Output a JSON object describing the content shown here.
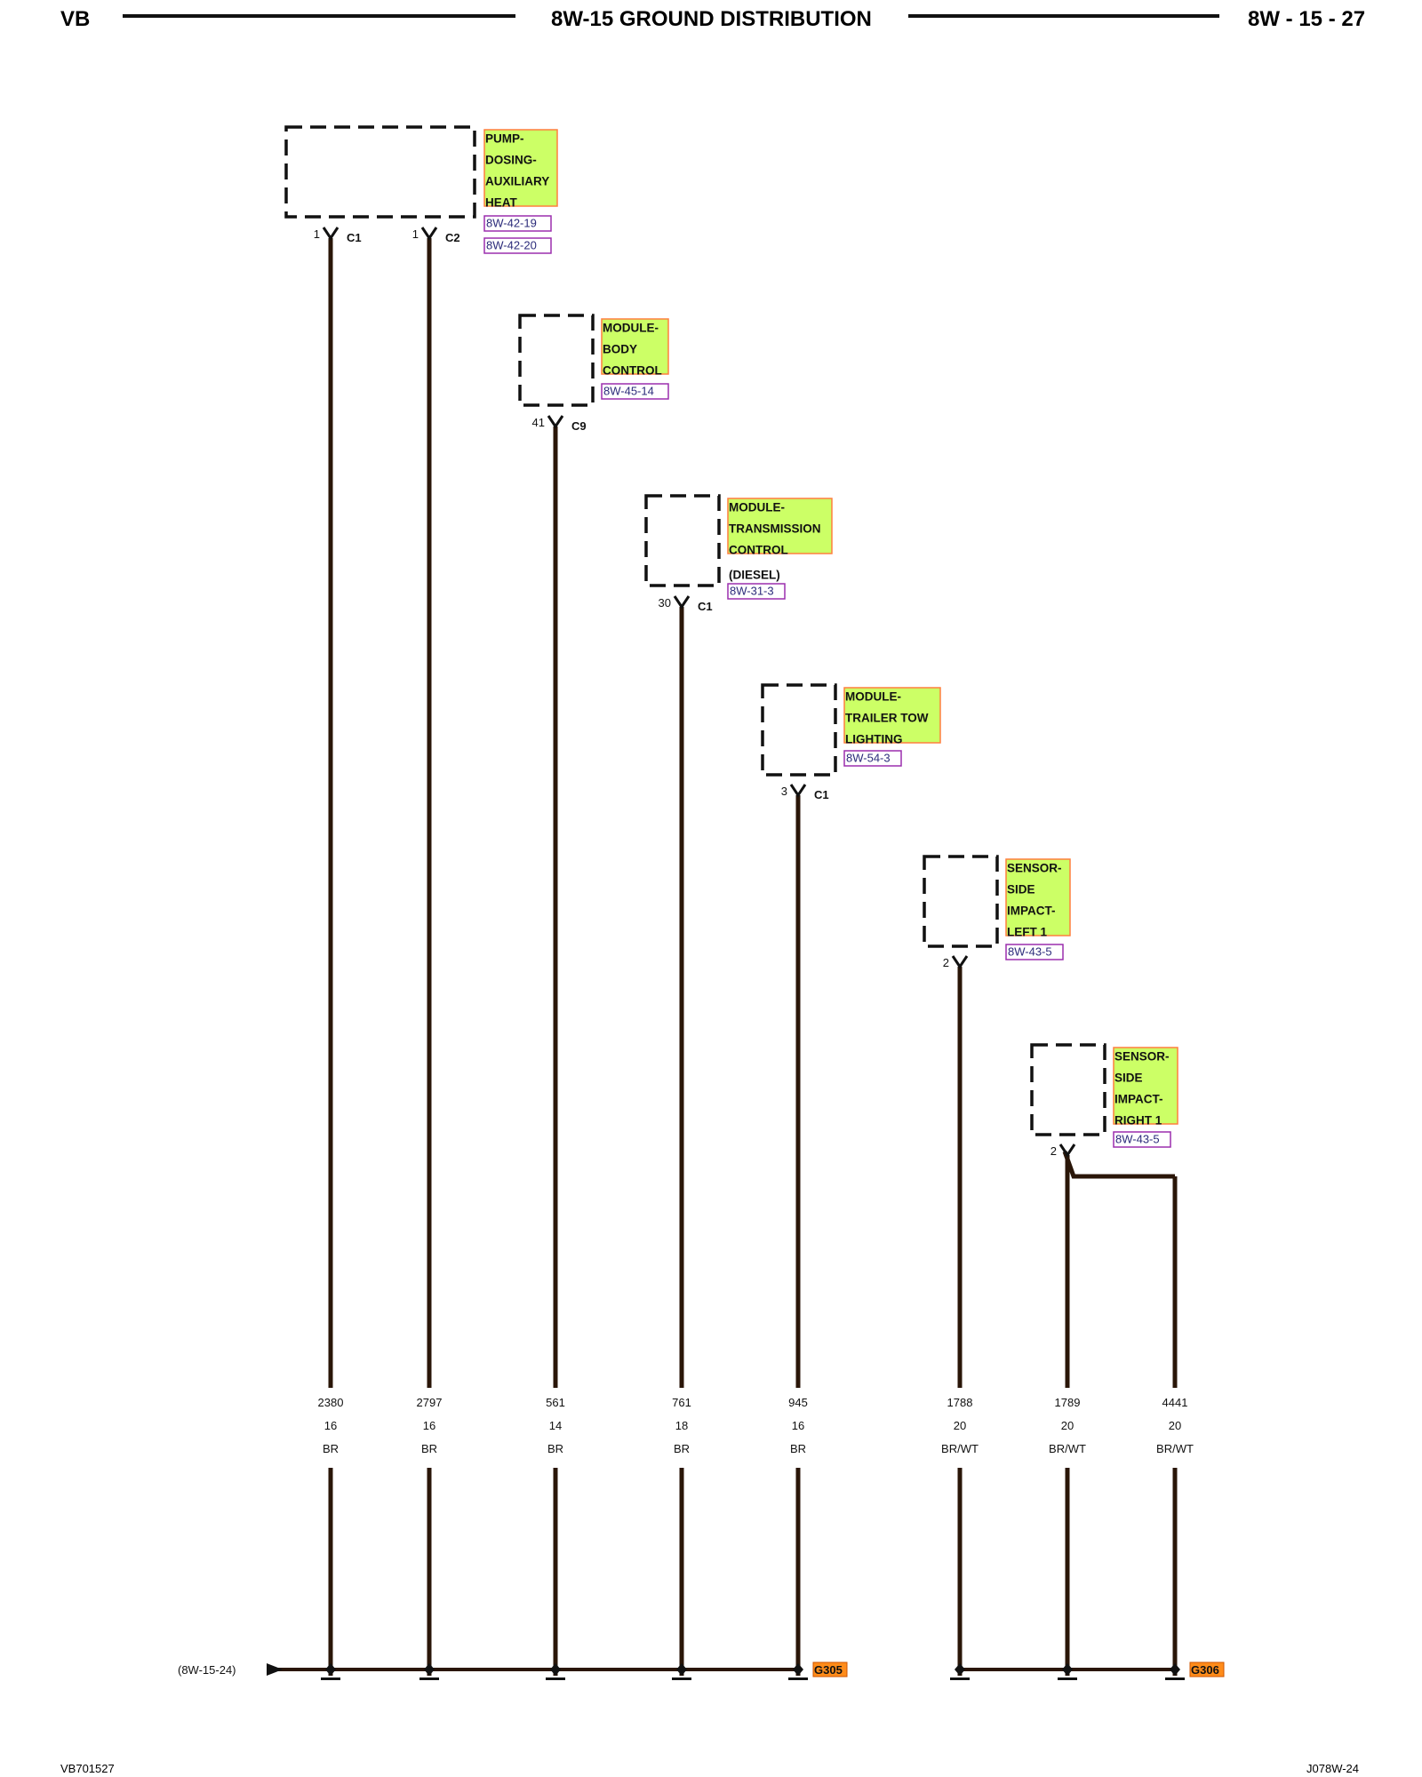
{
  "header": {
    "left": "VB",
    "title": "8W-15 GROUND DISTRIBUTION",
    "right": "8W - 15 - 27"
  },
  "footer": {
    "left": "VB701527",
    "right": "J078W-24"
  },
  "colors": {
    "wire": "#2a1608",
    "label_fill": "#ccff66",
    "label_border": "#ff7f3f",
    "ref_border": "#9b2fae",
    "ground_fill": "#ff8c1a"
  },
  "components": [
    {
      "name_lines": [
        "PUMP-",
        "DOSING-",
        "AUXILIARY",
        "HEAT"
      ],
      "refs": [
        "8W-42-19",
        "8W-42-20"
      ],
      "pins": [
        {
          "pin": "1",
          "connector": "C1"
        },
        {
          "pin": "1",
          "connector": "C2"
        }
      ]
    },
    {
      "name_lines": [
        "MODULE-",
        "BODY",
        "CONTROL"
      ],
      "refs": [
        "8W-45-14"
      ],
      "pins": [
        {
          "pin": "41",
          "connector": "C9"
        }
      ]
    },
    {
      "name_lines": [
        "MODULE-",
        "TRANSMISSION",
        "CONTROL"
      ],
      "note": "(DIESEL)",
      "refs": [
        "8W-31-3"
      ],
      "pins": [
        {
          "pin": "30",
          "connector": "C1"
        }
      ]
    },
    {
      "name_lines": [
        "MODULE-",
        "TRAILER TOW",
        "LIGHTING"
      ],
      "refs": [
        "8W-54-3"
      ],
      "pins": [
        {
          "pin": "3",
          "connector": "C1"
        }
      ]
    },
    {
      "name_lines": [
        "SENSOR-",
        "SIDE",
        "IMPACT-",
        "LEFT 1"
      ],
      "refs": [
        "8W-43-5"
      ],
      "pins": [
        {
          "pin": "2",
          "connector": ""
        }
      ]
    },
    {
      "name_lines": [
        "SENSOR-",
        "SIDE",
        "IMPACT-",
        "RIGHT 1"
      ],
      "refs": [
        "8W-43-5"
      ],
      "pins": [
        {
          "pin": "2",
          "connector": ""
        }
      ]
    }
  ],
  "wires": [
    {
      "circuit": "2380",
      "gauge": "16",
      "color": "BR"
    },
    {
      "circuit": "2797",
      "gauge": "16",
      "color": "BR"
    },
    {
      "circuit": "561",
      "gauge": "14",
      "color": "BR"
    },
    {
      "circuit": "761",
      "gauge": "18",
      "color": "BR"
    },
    {
      "circuit": "945",
      "gauge": "16",
      "color": "BR"
    },
    {
      "circuit": "1788",
      "gauge": "20",
      "color": "BR/WT"
    },
    {
      "circuit": "1789",
      "gauge": "20",
      "color": "BR/WT"
    },
    {
      "circuit": "4441",
      "gauge": "20",
      "color": "BR/WT"
    }
  ],
  "grounds": [
    {
      "label": "G305"
    },
    {
      "label": "G306"
    }
  ],
  "offpage_ref": "(8W-15-24)"
}
